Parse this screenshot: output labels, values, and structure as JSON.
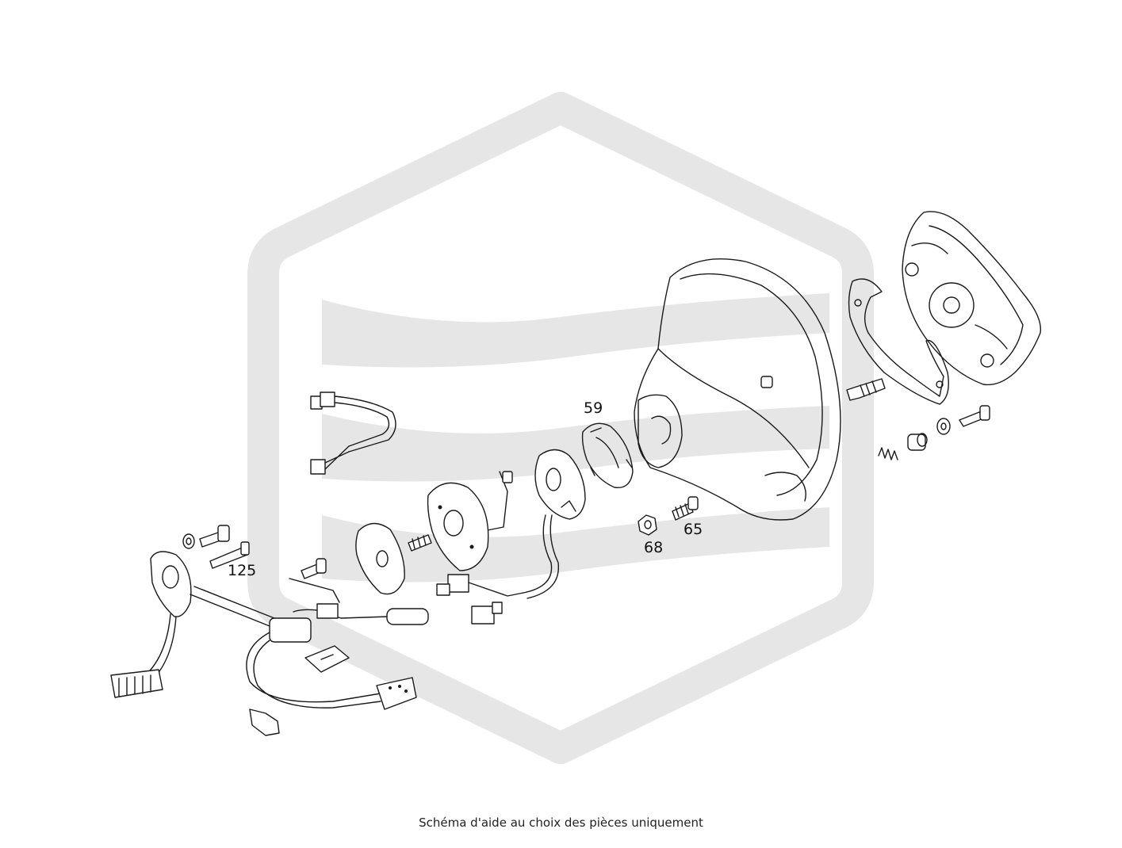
{
  "diagram": {
    "part_labels": [
      {
        "id": "label-59",
        "text": "59"
      },
      {
        "id": "label-65",
        "text": "65"
      },
      {
        "id": "label-68",
        "text": "68"
      },
      {
        "id": "label-125",
        "text": "125"
      }
    ]
  },
  "caption": "Schéma d'aide au choix des pièces uniquement",
  "colors": {
    "watermark": "#e6e6e6",
    "line": "#1a1a1a"
  }
}
